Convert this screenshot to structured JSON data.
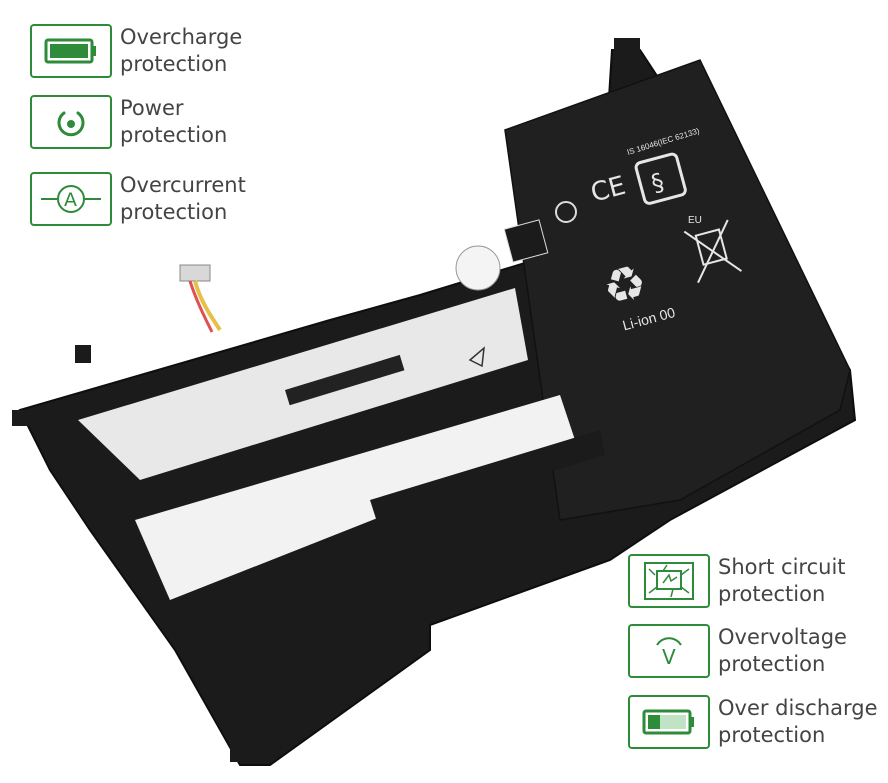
{
  "features": [
    {
      "id": "overcharge",
      "label": "Overcharge\nprotection",
      "icon": "battery-full-icon"
    },
    {
      "id": "power",
      "label": "Power\nprotection",
      "icon": "power-circle-icon"
    },
    {
      "id": "overcurrent",
      "label": "Overcurrent\nprotection",
      "icon": "ampere-icon"
    },
    {
      "id": "short-circuit",
      "label": "Short circuit\nprotection",
      "icon": "circuit-board-icon"
    },
    {
      "id": "overvoltage",
      "label": "Overvoltage\nprotection",
      "icon": "voltage-icon"
    },
    {
      "id": "over-discharge",
      "label": "Over discharge\nprotection",
      "icon": "battery-low-icon"
    }
  ],
  "battery": {
    "cert_text": "IS 16046(IEC 62133)",
    "recycle_text": "Li-ion 00",
    "eu_text": "EU",
    "colors": {
      "accent": "#2e8b3a",
      "body": "#1b1b1b",
      "label": "#f2f2f2"
    }
  }
}
